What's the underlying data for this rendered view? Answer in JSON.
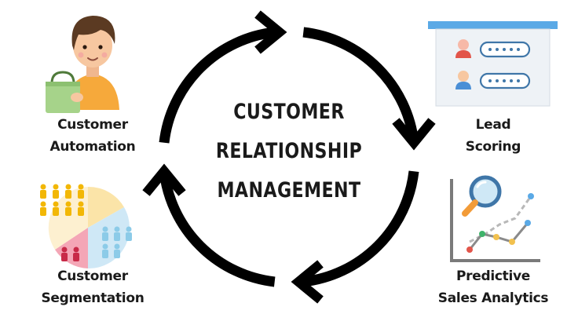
{
  "center": {
    "line1": "CUSTOMER",
    "line2": "RELATIONSHIP",
    "line3": "MANAGEMENT"
  },
  "nodes": {
    "automation": {
      "line1": "Customer",
      "line2": "Automation",
      "icon": "shopper-icon"
    },
    "lead_scoring": {
      "line1": "Lead",
      "line2": "Scoring",
      "icon": "profile-board-icon"
    },
    "segmentation": {
      "line1": "Customer",
      "line2": "Segmentation",
      "icon": "segment-pie-icon"
    },
    "predictive": {
      "line1": "Predictive",
      "line2": "Sales Analytics",
      "icon": "analytics-chart-icon"
    }
  },
  "cycle": {
    "direction": "clockwise",
    "arrow_count": 4,
    "color": "#000000"
  },
  "colors": {
    "text": "#1a1a1a",
    "board_frame": "#5aa9e6",
    "skin": "#f7c7a0",
    "shirt": "#f6a93b",
    "bag": "#a6d38a",
    "pie_yellow": "#fbe4a8",
    "pie_pink": "#f4a6b6",
    "pie_blue": "#cfe8f6"
  }
}
